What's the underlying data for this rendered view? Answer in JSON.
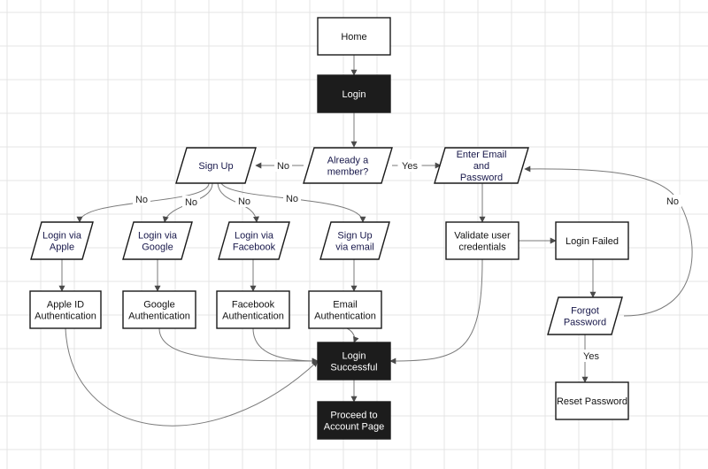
{
  "diagram": {
    "nodes": {
      "home": [
        "Home"
      ],
      "login": [
        "Login"
      ],
      "already_member": [
        "Already a",
        "member?"
      ],
      "sign_up": [
        "Sign Up"
      ],
      "enter_email": [
        "Enter Email",
        "and",
        "Password"
      ],
      "login_apple": [
        "Login via",
        "Apple"
      ],
      "login_google": [
        "Login via",
        "Google"
      ],
      "login_facebook": [
        "Login via",
        "Facebook"
      ],
      "signup_email": [
        "Sign Up",
        "via email"
      ],
      "validate": [
        "Validate user",
        "credentials"
      ],
      "login_failed": [
        "Login Failed"
      ],
      "apple_auth": [
        "Apple ID",
        "Authentication"
      ],
      "google_auth": [
        "Google",
        "Authentication"
      ],
      "facebook_auth": [
        "Facebook",
        "Authentication"
      ],
      "email_auth": [
        "Email",
        "Authentication"
      ],
      "forgot_password": [
        "Forgot",
        "Password"
      ],
      "login_success": [
        "Login",
        "Successful"
      ],
      "reset_password": [
        "Reset Password"
      ],
      "proceed": [
        "Proceed to",
        "Account Page"
      ]
    },
    "edge_labels": {
      "no": "No",
      "yes": "Yes"
    },
    "colors": {
      "dark_fill": "#1c1c1c",
      "input_text": "#17174a",
      "edge": "#7a7a7a",
      "grid": "#e4e4e4"
    }
  }
}
